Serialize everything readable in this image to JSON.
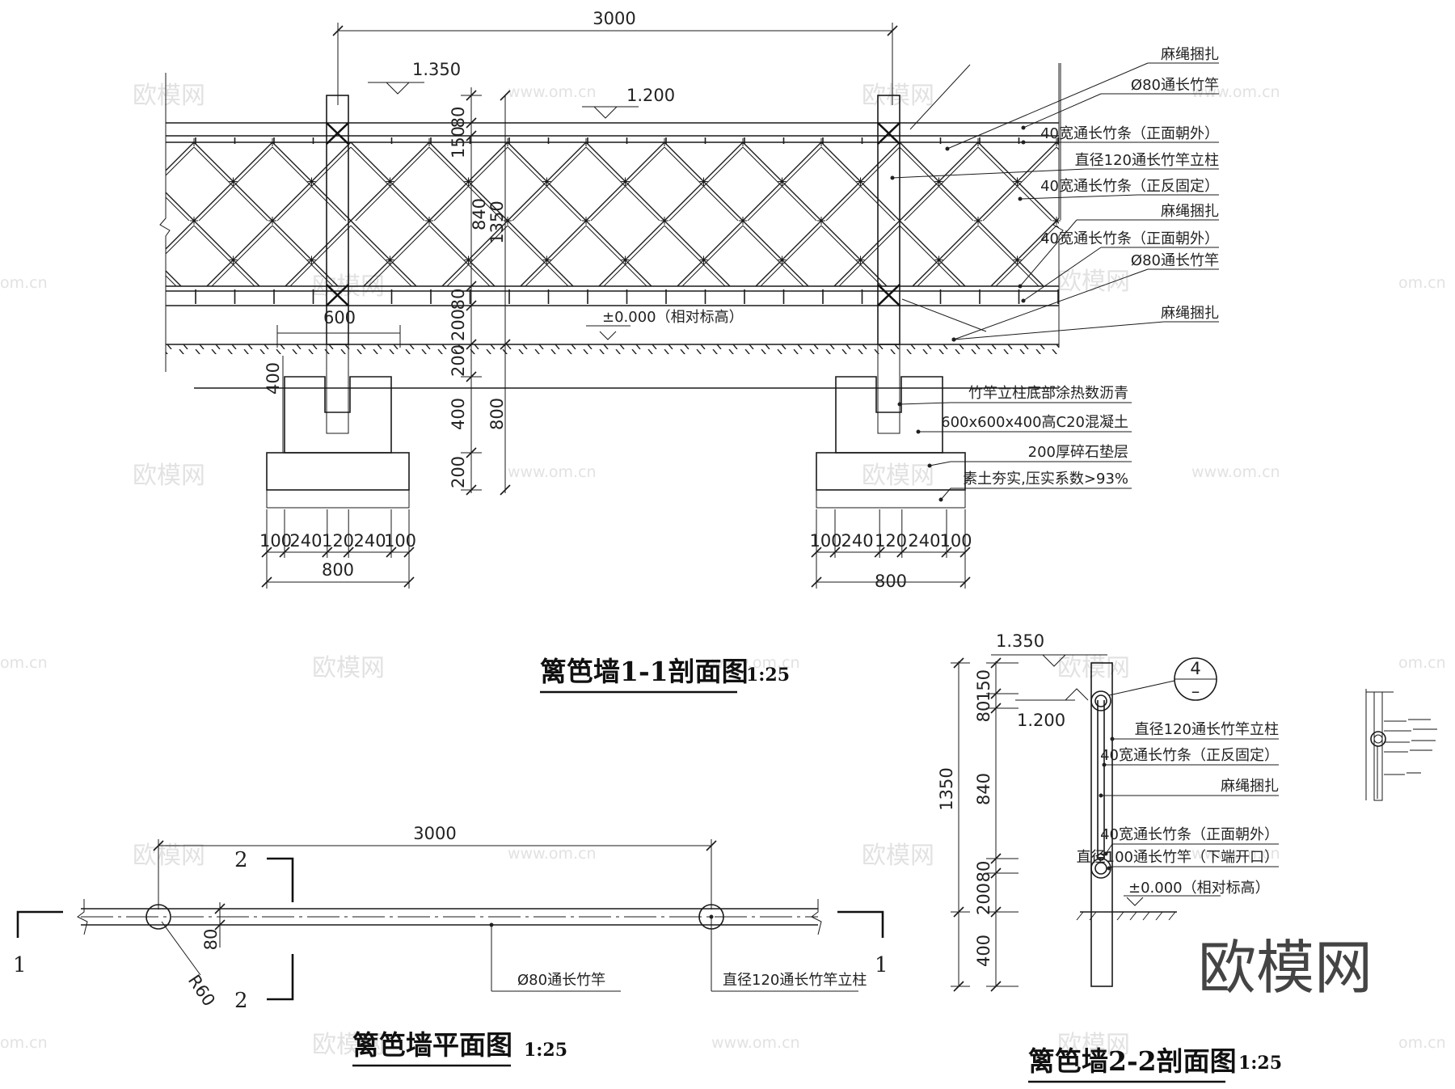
{
  "drawings": {
    "section_1_1": {
      "title": "篱笆墙1-1剖面图",
      "scale": "1:25",
      "dims": {
        "overall_span": "3000",
        "top_rail": "150",
        "rail_80_top": "80",
        "panel_height": "840",
        "total_height": "1350",
        "rail_80_bottom": "80",
        "above_ground": "200",
        "below_ground_200": "200",
        "footing_depth_400": "400",
        "footing_total": "800",
        "gravel_200": "200",
        "socket_depth": "400",
        "footing_half": "600",
        "footing_parts": [
          "100",
          "240",
          "120",
          "240",
          "100"
        ],
        "footing_width": "800"
      },
      "levels": {
        "post_top": "1.350",
        "rail_top": "1.200",
        "ground": "±0.000（相对标高）"
      },
      "notes": [
        "麻绳捆扎",
        "Ø80通长竹竿",
        "40宽通长竹条（正面朝外）",
        "直径120通长竹竿立柱",
        "40宽通长竹条（正反固定）",
        "麻绳捆扎",
        "40宽通长竹条（正面朝外）",
        "Ø80通长竹竿",
        "麻绳捆扎"
      ],
      "footing_notes": [
        "竹竿立柱底部涂热数沥青",
        "600x600x400高C20混凝土",
        "200厚碎石垫层",
        "素土夯实,压实系数>93%"
      ]
    },
    "plan": {
      "title": "篱笆墙平面图",
      "scale": "1:25",
      "span": "3000",
      "rail_width": "80",
      "radius": "R60",
      "section_marks": [
        "1",
        "1",
        "2",
        "2"
      ],
      "notes": [
        "Ø80通长竹竿",
        "直径120通长竹竿立柱"
      ]
    },
    "section_2_2": {
      "title": "篱笆墙2-2剖面图",
      "scale": "1:25",
      "levels": {
        "post_top": "1.350",
        "rail_top": "1.200",
        "ground": "±0.000（相对标高）"
      },
      "dims": {
        "top_rail": "150",
        "rail_80_top": "80",
        "total_height": "1350",
        "panel_height": "840",
        "rail_80_bottom": "80",
        "above_ground": "200",
        "below_ground": "400"
      },
      "detail_tag": {
        "number": "4",
        "sheet": "–"
      },
      "notes": [
        "直径120通长竹竿立柱",
        "40宽通长竹条（正反固定）",
        "麻绳捆扎",
        "40宽通长竹条（正面朝外）",
        "直径100通长竹竿（下端开口）"
      ]
    }
  },
  "watermark": {
    "brand": "欧模网",
    "url": "www.om.cn",
    "url_short": "om.cn"
  }
}
